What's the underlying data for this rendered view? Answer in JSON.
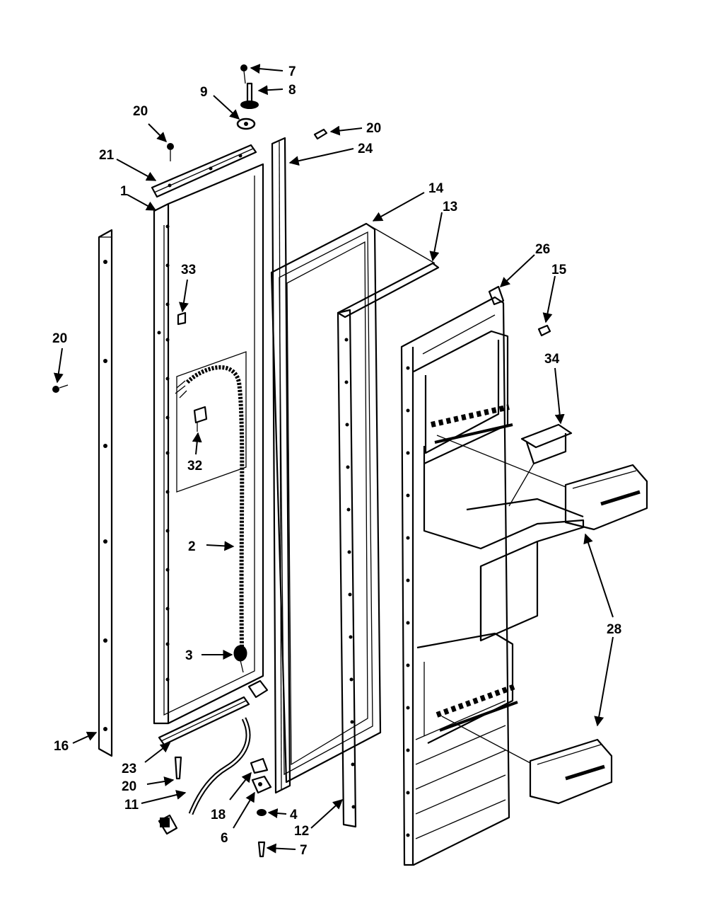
{
  "labels": {
    "l7a": "7",
    "l8": "8",
    "l9": "9",
    "l20a": "20",
    "l20b": "20",
    "l24": "24",
    "l21": "21",
    "l1": "1",
    "l14": "14",
    "l13": "13",
    "l26": "26",
    "l15": "15",
    "l33": "33",
    "l20c": "20",
    "l34": "34",
    "l32": "32",
    "l2": "2",
    "l28": "28",
    "l3": "3",
    "l16": "16",
    "l23": "23",
    "l20d": "20",
    "l11": "11",
    "l18": "18",
    "l4": "4",
    "l12": "12",
    "l6": "6",
    "l7b": "7"
  }
}
